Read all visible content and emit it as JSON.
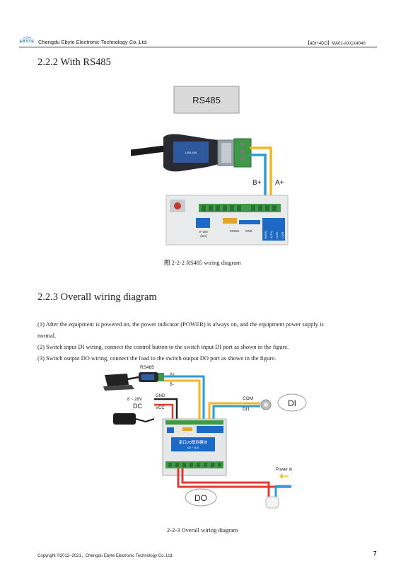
{
  "header": {
    "logo_top": "亿佰特",
    "logo_text": "EBYTE",
    "company": "Chengdu Ebyte Electronic Technology Co.,Ltd.",
    "model": "【4DI+4DO】MA01-AXCX4040"
  },
  "section_222": {
    "heading": "2.2.2 With RS485",
    "rs485_label": "RS485",
    "b_plus": "B+",
    "a_plus": "A+",
    "board_labels": {
      "voltage": "8~28V",
      "dc": "(DC)",
      "mode": "MODE",
      "on": "ON0",
      "a": "A(TX)",
      "b": "B(RX)",
      "gnd": "GND",
      "com": "COM"
    },
    "caption": "图 2-2-2 RS485 wiring diagram"
  },
  "section_223": {
    "heading": "2.2.3 Overall wiring diagram",
    "paragraphs": [
      "(1) After the equipment is powered on, the power indicator (POWER) is always on, and the equipment power supply is",
      "normal.",
      "(2) Switch input DI wiring, connect the control button to the switch input DI port as shown in the figure.",
      "(3) Switch output DO wiring, connect the load to the switch output DO port as shown in the figure."
    ],
    "diagram": {
      "rs485": "RS485",
      "a_plus": "A+",
      "b_minus": "B-",
      "voltage": "8 ~ 28V",
      "dc": "DC",
      "gnd": "GND",
      "vcc": "VCC",
      "com": "COM",
      "di1": "DI1",
      "di": "DI",
      "module_title": "串口I/O联网模块",
      "module_sub": "4DI + 4DO",
      "power_in": "Power in",
      "do": "DO"
    },
    "caption": "2-2-3 Overall wiring diagram"
  },
  "footer": {
    "copyright": "Copyright ©2012–2021，Chengdu Ebyte Electronic Technology Co.,Ltd.",
    "page": "7"
  },
  "colors": {
    "wire_yellow": "#f2b52c",
    "wire_blue": "#2e9ad6",
    "wire_red": "#e23a2f",
    "terminal_green": "#3f9a48",
    "panel_blue": "#1f69c6"
  }
}
